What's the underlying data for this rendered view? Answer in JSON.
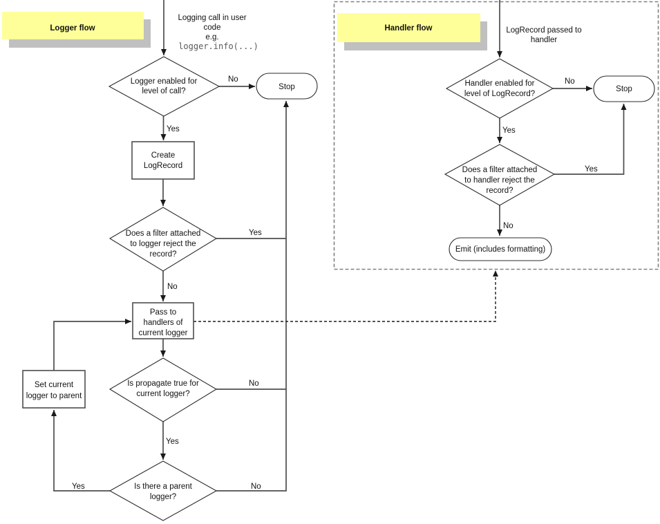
{
  "colors": {
    "note_fill": "#FFFF99",
    "note_shadow": "#C0C0C0",
    "connector": "#4D4D4D",
    "shape_outline": "#2B2B2B",
    "dashed_border": "#808080",
    "code_text": "#595959",
    "background": "#FFFFFF"
  },
  "logger_flow": {
    "title": "Logger flow",
    "entry": {
      "lines": [
        "Logging call in user",
        "code",
        "e.g."
      ],
      "code": "logger.info(...)"
    },
    "nodes": {
      "level_check": {
        "type": "decision",
        "lines": [
          "Logger enabled for",
          "level of call?"
        ]
      },
      "stop": {
        "type": "terminator",
        "label": "Stop"
      },
      "create_logrecord": {
        "type": "process",
        "lines": [
          "Create",
          "LogRecord"
        ]
      },
      "filter_check": {
        "type": "decision",
        "lines": [
          "Does a filter attached",
          "to logger reject the",
          "record?"
        ]
      },
      "pass_to_handlers": {
        "type": "process",
        "lines": [
          "Pass to",
          "handlers of",
          "current logger"
        ]
      },
      "propagate_check": {
        "type": "decision",
        "lines": [
          "Is propagate true for",
          "current logger?"
        ]
      },
      "parent_check": {
        "type": "decision",
        "lines": [
          "Is there a parent",
          "logger?"
        ]
      },
      "set_current_logger": {
        "type": "process",
        "lines": [
          "Set current",
          "logger to parent"
        ]
      }
    },
    "edges": {
      "level_no": "No",
      "level_yes": "Yes",
      "filter_yes": "Yes",
      "filter_no": "No",
      "propagate_no": "No",
      "propagate_yes": "Yes",
      "parent_yes": "Yes",
      "parent_no": "No"
    }
  },
  "handler_flow": {
    "title": "Handler flow",
    "entry": {
      "lines": [
        "LogRecord passed to",
        "handler"
      ]
    },
    "nodes": {
      "level_check": {
        "type": "decision",
        "lines": [
          "Handler enabled for",
          "level of LogRecord?"
        ]
      },
      "stop": {
        "type": "terminator",
        "label": "Stop"
      },
      "filter_check": {
        "type": "decision",
        "lines": [
          "Does a filter attached",
          "to handler reject the",
          "record?"
        ]
      },
      "emit": {
        "type": "terminator",
        "label": "Emit (includes formatting)"
      }
    },
    "edges": {
      "level_no": "No",
      "level_yes": "Yes",
      "filter_yes": "Yes",
      "filter_no": "No"
    }
  }
}
